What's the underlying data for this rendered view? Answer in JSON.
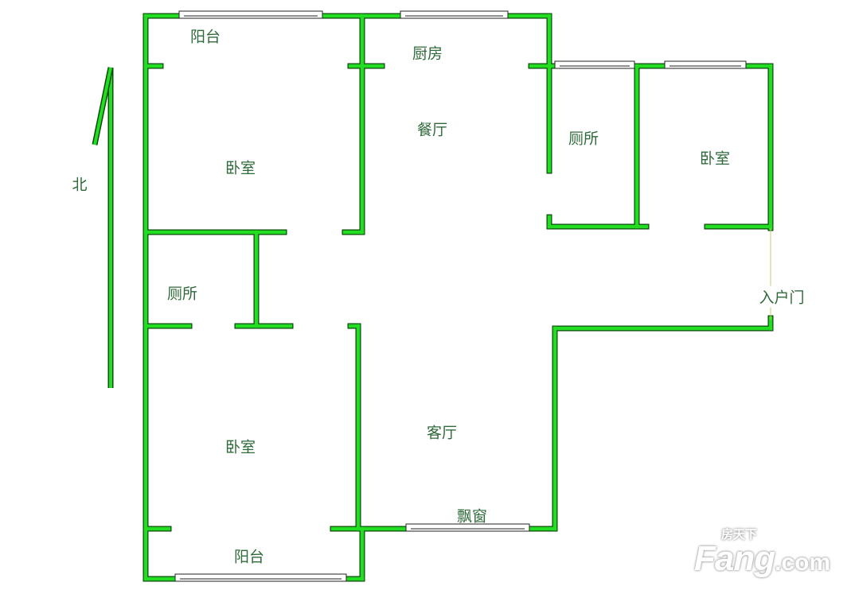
{
  "plan": {
    "colors": {
      "wall": "#22dd22",
      "wall_outline": "#0a4a0a",
      "label": "#2f6a3a"
    },
    "north_label": "北",
    "rooms": [
      {
        "id": "balcony-north",
        "label": "阳台"
      },
      {
        "id": "kitchen",
        "label": "厨房"
      },
      {
        "id": "dining-room",
        "label": "餐厅"
      },
      {
        "id": "bathroom-east",
        "label": "厕所"
      },
      {
        "id": "bedroom-east",
        "label": "卧室"
      },
      {
        "id": "bedroom-northwest",
        "label": "卧室"
      },
      {
        "id": "bathroom-west",
        "label": "厕所"
      },
      {
        "id": "living-room",
        "label": "客厅"
      },
      {
        "id": "bedroom-southwest",
        "label": "卧室"
      },
      {
        "id": "balcony-south",
        "label": "阳台"
      }
    ],
    "entrance_label": "入户门",
    "bay_window_label": "飘窗"
  },
  "watermark": {
    "brand": "Fang",
    "suffix": ".com",
    "chinese": "房天下"
  }
}
